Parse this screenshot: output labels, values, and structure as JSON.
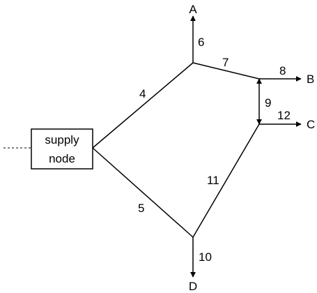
{
  "diagram": {
    "supply_node": {
      "line1": "supply",
      "line2": "node"
    },
    "terminals": {
      "A": "A",
      "B": "B",
      "C": "C",
      "D": "D"
    },
    "edges": {
      "e4": "4",
      "e5": "5",
      "e6": "6",
      "e7": "7",
      "e8": "8",
      "e9": "9",
      "e10": "10",
      "e11": "11",
      "e12": "12"
    }
  }
}
